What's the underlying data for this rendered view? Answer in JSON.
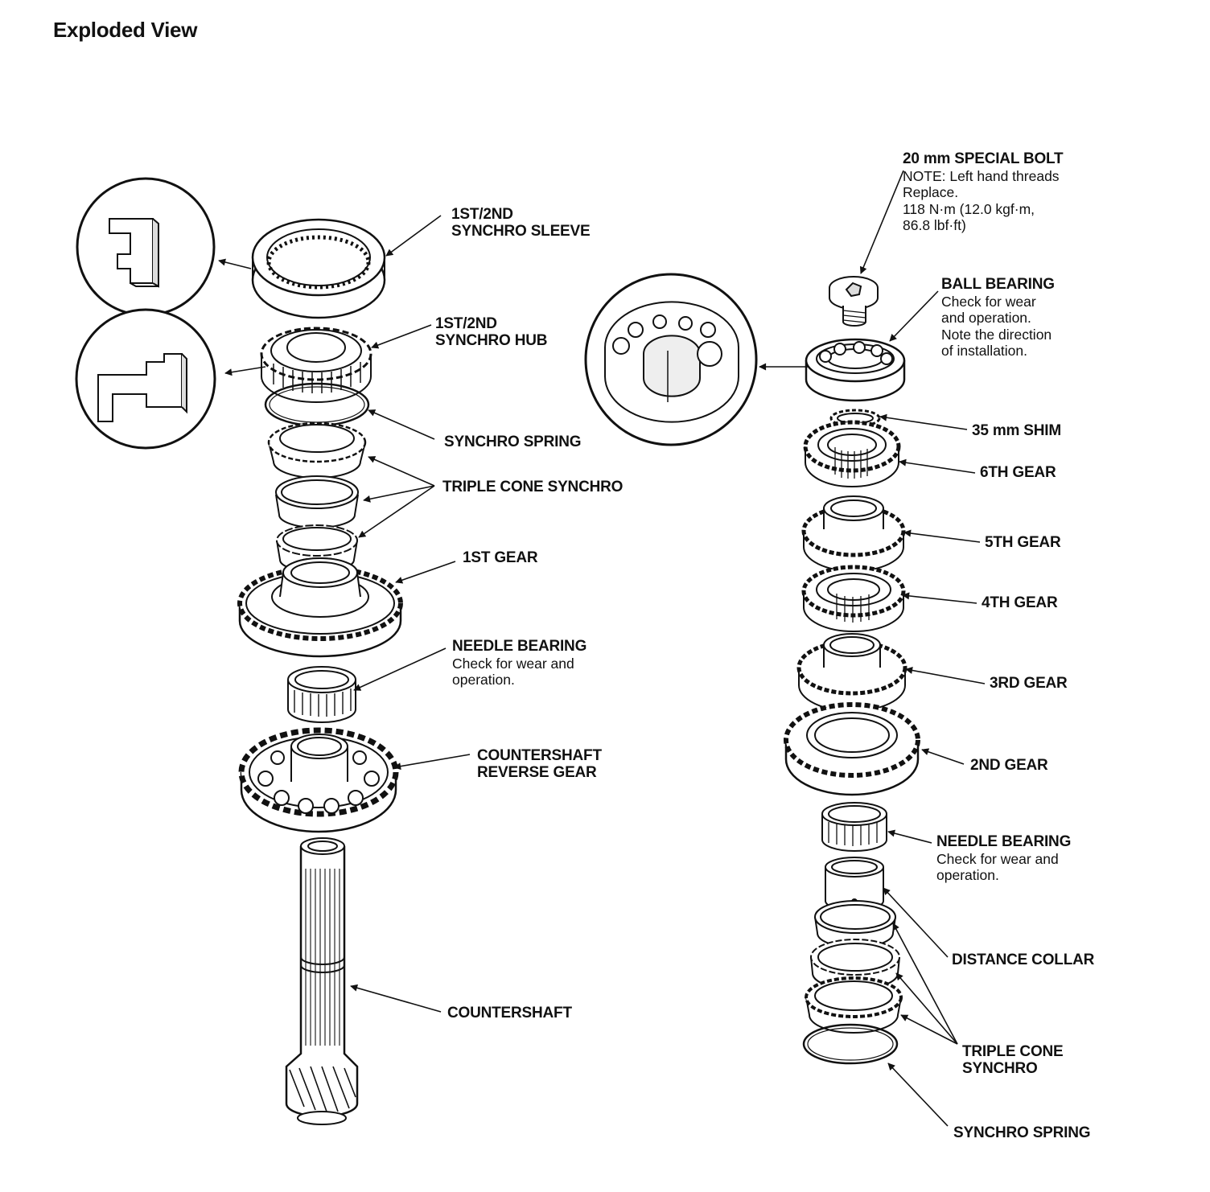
{
  "title": "Exploded View",
  "colors": {
    "ink": "#111111",
    "paper": "#ffffff"
  },
  "labels": {
    "sleeve": [
      "1ST/2ND",
      "SYNCHRO SLEEVE"
    ],
    "hub": [
      "1ST/2ND",
      "SYNCHRO HUB"
    ],
    "spring_left": "SYNCHRO SPRING",
    "triple_left": "TRIPLE CONE SYNCHRO",
    "gear1": "1ST GEAR",
    "needle_left": {
      "title": "NEEDLE BEARING",
      "note": [
        "Check for wear and",
        "operation."
      ]
    },
    "reverse": [
      "COUNTERSHAFT",
      "REVERSE GEAR"
    ],
    "countershaft": "COUNTERSHAFT",
    "bolt": {
      "title": "20 mm SPECIAL BOLT",
      "note": [
        "NOTE: Left hand threads",
        "Replace.",
        "118 N·m (12.0 kgf·m,",
        "86.8 lbf·ft)"
      ]
    },
    "ball_bearing": {
      "title": "BALL BEARING",
      "note": [
        "Check for wear",
        "and operation.",
        "Note the direction",
        "of installation."
      ]
    },
    "shim": "35 mm SHIM",
    "gear6": "6TH GEAR",
    "gear5": "5TH GEAR",
    "gear4": "4TH GEAR",
    "gear3": "3RD GEAR",
    "gear2": "2ND GEAR",
    "needle_right": {
      "title": "NEEDLE BEARING",
      "note": [
        "Check for wear and",
        "operation."
      ]
    },
    "collar": "DISTANCE COLLAR",
    "triple_right": [
      "TRIPLE CONE",
      "SYNCHRO"
    ],
    "spring_right": "SYNCHRO SPRING"
  }
}
